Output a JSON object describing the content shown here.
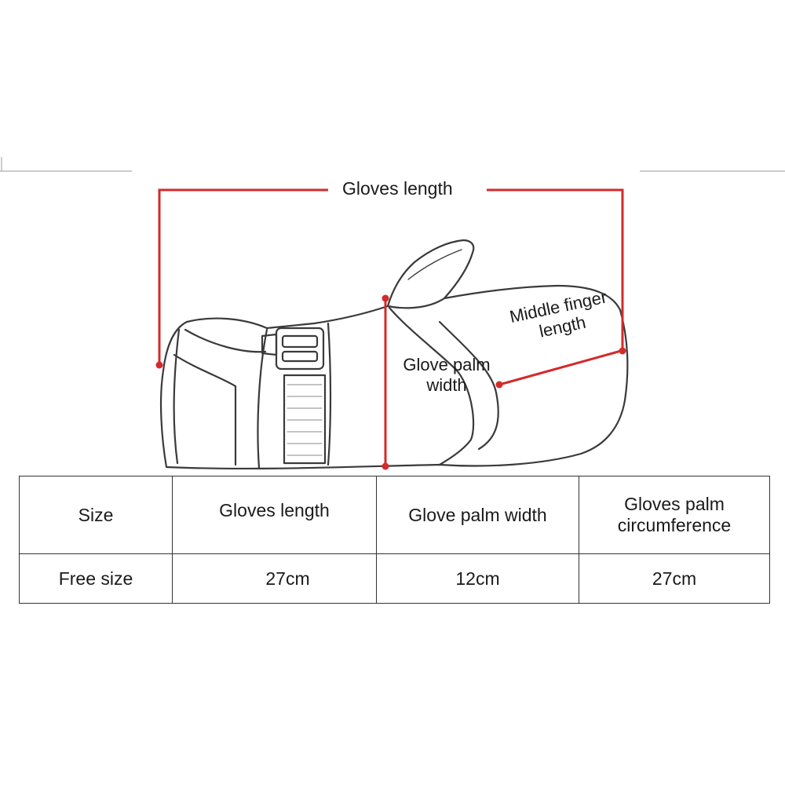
{
  "labels": {
    "gloves_length": "Gloves length",
    "glove_palm_width_line1": "Glove palm",
    "glove_palm_width_line2": "width",
    "middle_finger_line1": "Middle finger",
    "middle_finger_line2": "length"
  },
  "table": {
    "headers": [
      "Size",
      "Gloves length",
      "Glove palm width",
      "Gloves palm circumference"
    ],
    "rows": [
      [
        "Free size",
        "27cm",
        "12cm",
        "27cm"
      ]
    ]
  },
  "colors": {
    "measure_line": "#d42a2a",
    "outline": "#333333"
  }
}
